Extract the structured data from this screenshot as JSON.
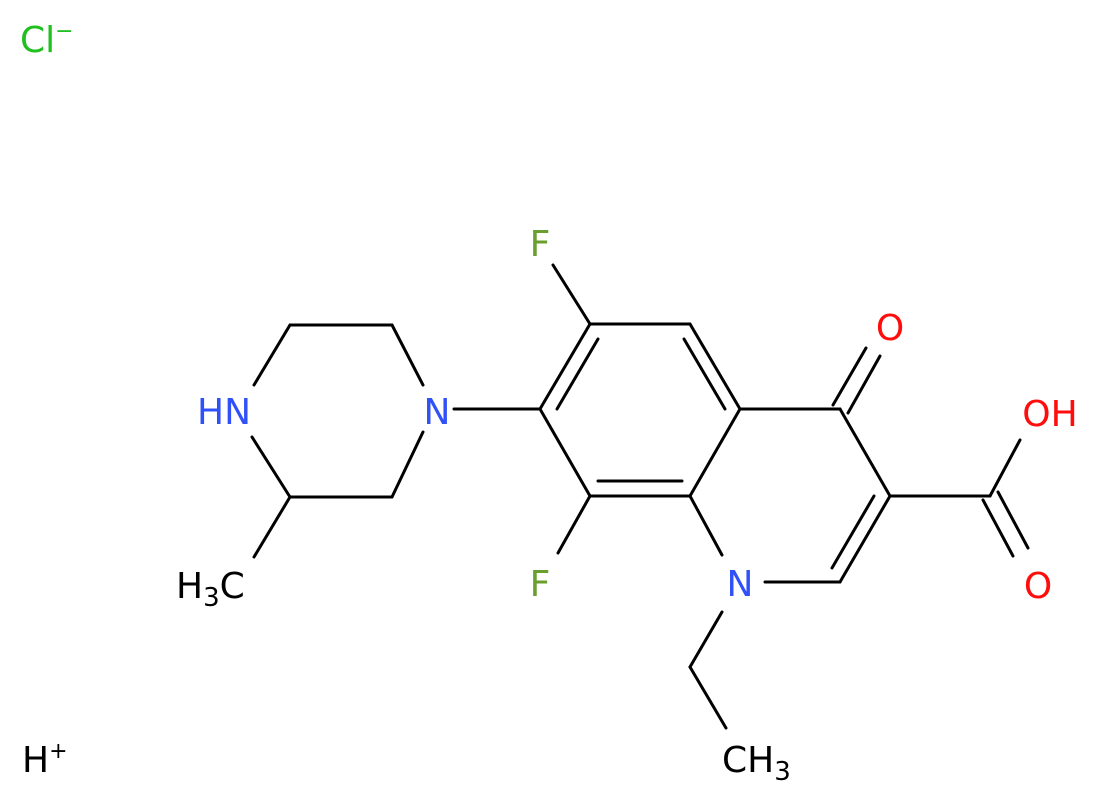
{
  "molecule": {
    "atoms": {
      "F_top": "F",
      "F_bottom": "F",
      "O_ketone": "O",
      "O_hydroxyl": "OH",
      "O_carbonyl": "O",
      "N_ring": "N",
      "N_piperazine": "N",
      "NH_piperazine": "HN",
      "methyl_ring_H": "H",
      "methyl_ring_sub": "3",
      "methyl_ring_C": "C",
      "ethyl_C": "CH",
      "ethyl_sub": "3"
    },
    "ions": {
      "chloride_symbol": "Cl",
      "chloride_charge": "−",
      "proton_symbol": "H",
      "proton_charge": "+"
    }
  },
  "colors": {
    "bond": "#000000",
    "carbon_text": "#000000",
    "nitrogen": "#3050F8",
    "oxygen": "#FF0D0D",
    "fluorine": "#6A9E2E",
    "chlorine": "#1FC01F"
  }
}
